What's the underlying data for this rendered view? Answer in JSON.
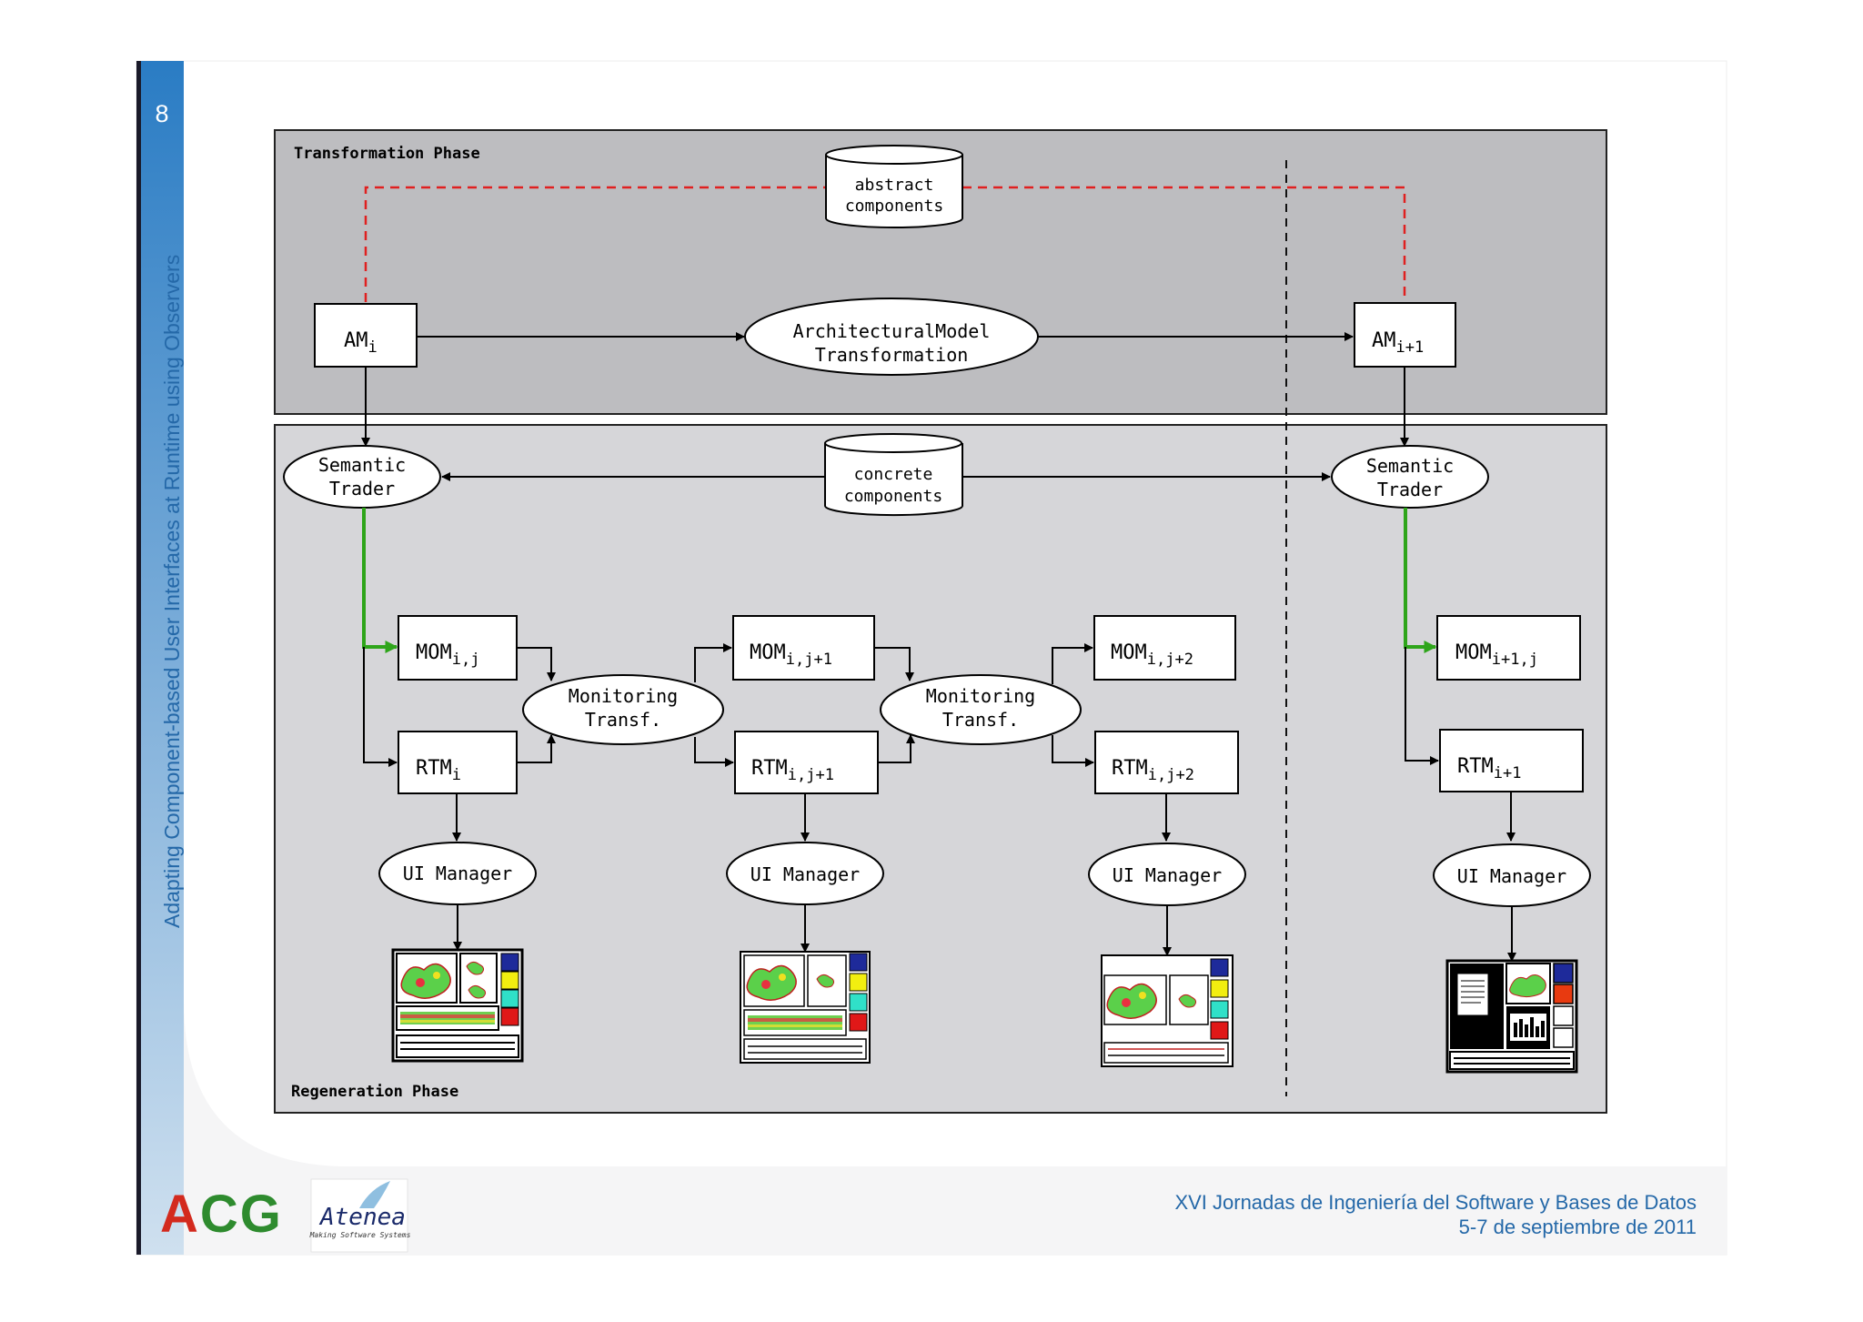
{
  "slide": {
    "number": "8",
    "sidebar_title": "Adapting Component-based User Interfaces at Runtime using Observers",
    "footer": {
      "conference": "XVI Jornadas de Ingeniería del Software y Bases de Datos",
      "dates": "5-7 de septiembre de 2011"
    },
    "logos": {
      "acg": {
        "letters": [
          "A",
          "C",
          "G"
        ],
        "colors": [
          "#d32a1e",
          "#2e8b2e",
          "#2e8b2e"
        ]
      },
      "atenea": {
        "name": "Atenea",
        "tagline": "Making Software Systems"
      }
    }
  },
  "diagram": {
    "phases": {
      "transformation": "Transformation Phase",
      "regeneration": "Regeneration Phase"
    },
    "stores": {
      "abstract": [
        "abstract",
        "components"
      ],
      "concrete": [
        "concrete",
        "components"
      ]
    },
    "transform_process": [
      "ArchitecturalModel",
      "Transformation"
    ],
    "am_i": {
      "base": "AM",
      "sub": "i"
    },
    "am_next": {
      "base": "AM",
      "sub": "i+1"
    },
    "semantic_trader": [
      "Semantic",
      "Trader"
    ],
    "monitoring": [
      "Monitoring",
      "Transf."
    ],
    "ui_manager": "UI Manager",
    "mom": [
      {
        "base": "MOM",
        "sub": "i,j"
      },
      {
        "base": "MOM",
        "sub": "i,j+1"
      },
      {
        "base": "MOM",
        "sub": "i,j+2"
      },
      {
        "base": "MOM",
        "sub": "i+1,j"
      }
    ],
    "rtm": [
      {
        "base": "RTM",
        "sub": "i"
      },
      {
        "base": "RTM",
        "sub": "i,j+1"
      },
      {
        "base": "RTM",
        "sub": "i,j+2"
      },
      {
        "base": "RTM",
        "sub": "i+1"
      }
    ],
    "colors": {
      "transformation_bg": "#bdbdc0",
      "regeneration_bg": "#d6d6d9",
      "dashed_link": "#e02020",
      "green_link": "#2ea51a",
      "swatches": [
        "#1e2a9a",
        "#f2ee10",
        "#30e0c8",
        "#e01818"
      ]
    }
  }
}
